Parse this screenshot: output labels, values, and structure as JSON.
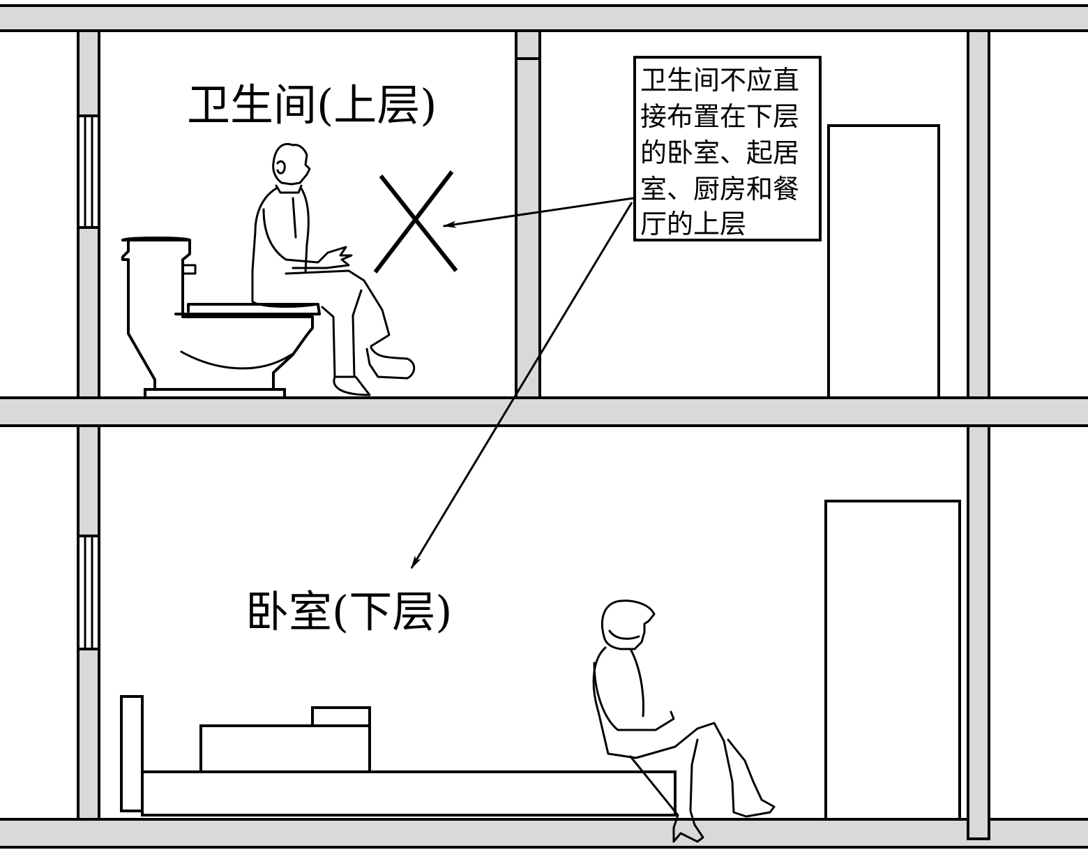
{
  "labels": {
    "upper_room": "卫生间(上层)",
    "lower_room": "卧室(下层)"
  },
  "note": {
    "lines": [
      "卫生间不应直",
      "接布置在下层",
      "的卧室、起居",
      "室、厨房和餐",
      "厅的上层"
    ]
  },
  "icons": {
    "prohibited": "x-mark-icon",
    "toilet": "toilet-icon",
    "bed": "bed-icon"
  },
  "colors": {
    "slab_fill": "#d9d9d9",
    "line": "#000000",
    "background": "#ffffff"
  }
}
